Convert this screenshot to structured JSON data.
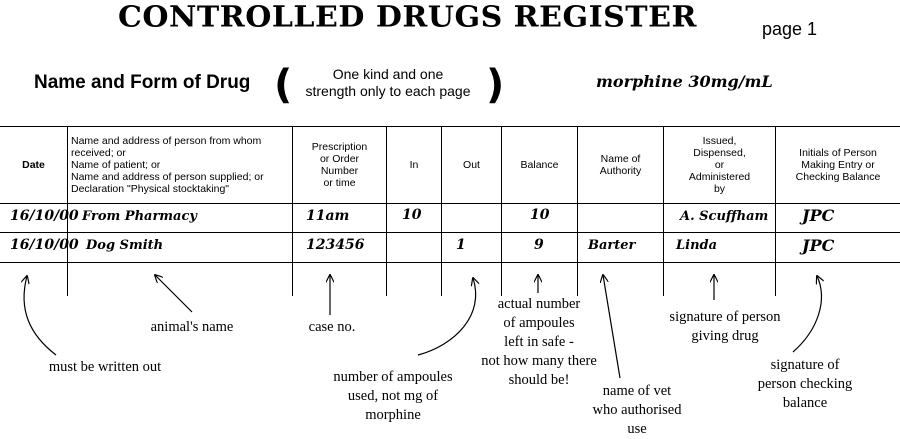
{
  "title": "CONTROLLED DRUGS REGISTER",
  "page_label": "page 1",
  "drug": {
    "label": "Name and Form of Drug",
    "paren_open": "(",
    "paren_close": ")",
    "note_line1": "One kind and one",
    "note_line2": "strength only to each page",
    "name": "morphine 30mg/mL"
  },
  "table": {
    "headers": {
      "date": "Date",
      "name_address": [
        "Name and address of person from whom",
        "received; or",
        "Name of patient; or",
        "Name and address of person supplied; or",
        "Declaration \"Physical stocktaking\""
      ],
      "prescription": [
        "Prescription",
        "or Order",
        "Number",
        "or time"
      ],
      "in": "In",
      "out": "Out",
      "balance": "Balance",
      "authority": [
        "Name of",
        "Authority"
      ],
      "issued": [
        "Issued,",
        "Dispensed,",
        "or",
        "Administered",
        "by"
      ],
      "initials": [
        "Initials of Person",
        "Making Entry or",
        "Checking Balance"
      ]
    },
    "rows": [
      {
        "date": "16/10/00",
        "name": "From Pharmacy",
        "prescription": "11am",
        "in": "10",
        "out": "",
        "balance": "10",
        "authority": "",
        "issued": "A. Scuffham",
        "initials": "JPC"
      },
      {
        "date": "16/10/00",
        "name": "Dog Smith",
        "prescription": "123456",
        "in": "",
        "out": "1",
        "balance": "9",
        "authority": "Barter",
        "issued": "Linda",
        "initials": "JPC"
      }
    ]
  },
  "annotations": {
    "date": [
      "must be written out"
    ],
    "name": [
      "animal's name"
    ],
    "case": [
      "case no."
    ],
    "out": [
      "number of ampoules",
      "used, not mg of",
      "morphine"
    ],
    "balance": [
      "actual number",
      "of ampoules",
      "left in safe -",
      "not how many there",
      "should be!"
    ],
    "authority": [
      "name of vet",
      "who authorised",
      "use"
    ],
    "issued": [
      "signature of person",
      "giving drug"
    ],
    "initials": [
      "signature of",
      "person checking",
      "balance"
    ]
  }
}
